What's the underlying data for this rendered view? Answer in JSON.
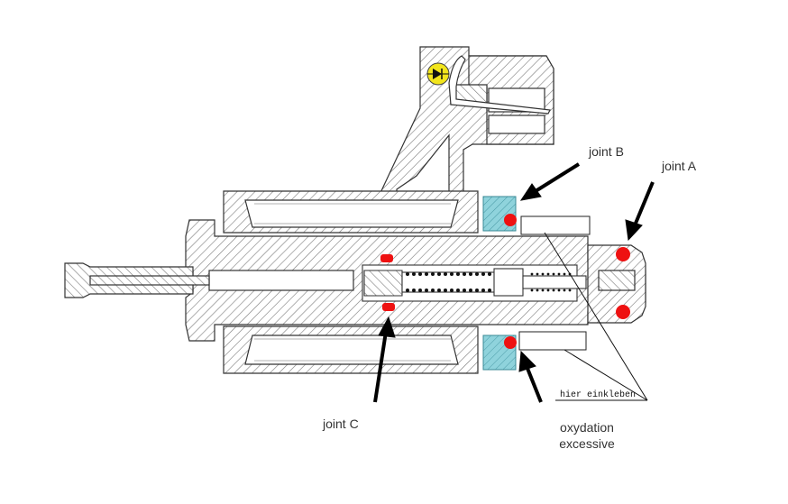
{
  "labels": {
    "joint_a": "joint A",
    "joint_b": "joint B",
    "joint_c": "joint C",
    "oxydation_line1": "oxydation",
    "oxydation_line2": "excessive",
    "hier_einkleben": "hier einkleben"
  },
  "colors": {
    "hatch": "#7a7a7a",
    "outline": "#333333",
    "seal_red": "#ee1111",
    "cyan_part": "#8fd3dc",
    "arrow": "#000000",
    "symbol_yellow": "#f2e51c"
  },
  "icons": {
    "diode_symbol": "diode-icon"
  }
}
